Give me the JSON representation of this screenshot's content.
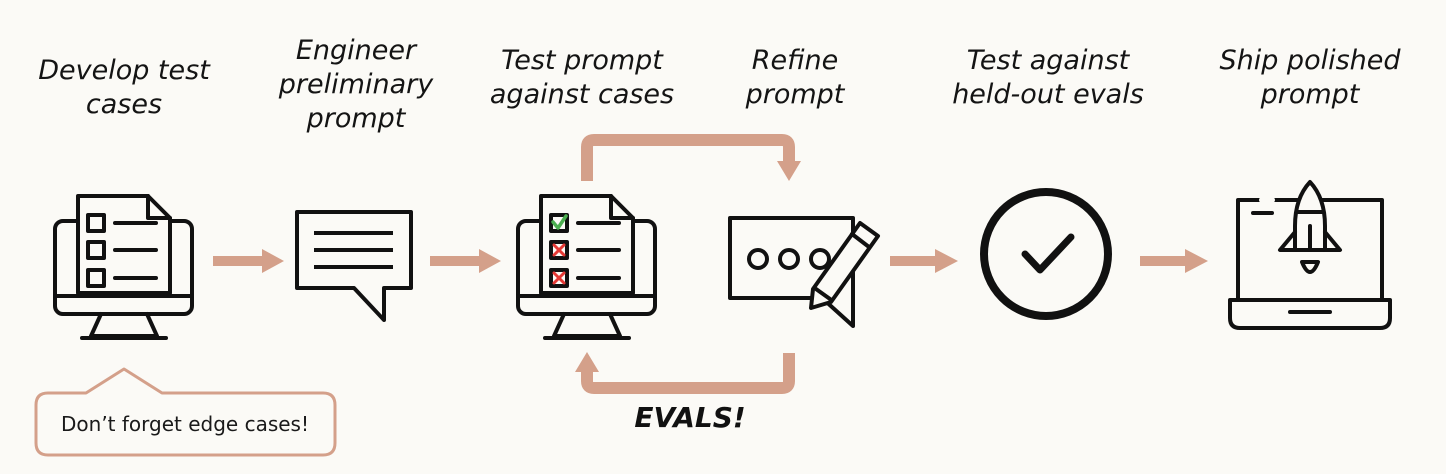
{
  "steps": [
    {
      "label_lines": [
        "Develop test",
        "cases"
      ],
      "icon": "checklist-monitor-icon"
    },
    {
      "label_lines": [
        "Engineer",
        "preliminary",
        "prompt"
      ],
      "icon": "speech-bubble-icon"
    },
    {
      "label_lines": [
        "Test prompt",
        "against cases"
      ],
      "icon": "graded-checklist-monitor-icon"
    },
    {
      "label_lines": [
        "Refine",
        "prompt"
      ],
      "icon": "pencil-bubble-icon"
    },
    {
      "label_lines": [
        "Test against",
        "held-out evals"
      ],
      "icon": "checkmark-circle-icon"
    },
    {
      "label_lines": [
        "Ship polished",
        "prompt"
      ],
      "icon": "rocket-laptop-icon"
    }
  ],
  "callout": {
    "text": "Don’t forget edge cases!"
  },
  "loop_label": "EVALS!",
  "colors": {
    "background": "#fbfaf6",
    "arrow": "#d4a08a",
    "icon_stroke": "#111111",
    "check_green": "#4caf50",
    "cross_red": "#e53935"
  }
}
